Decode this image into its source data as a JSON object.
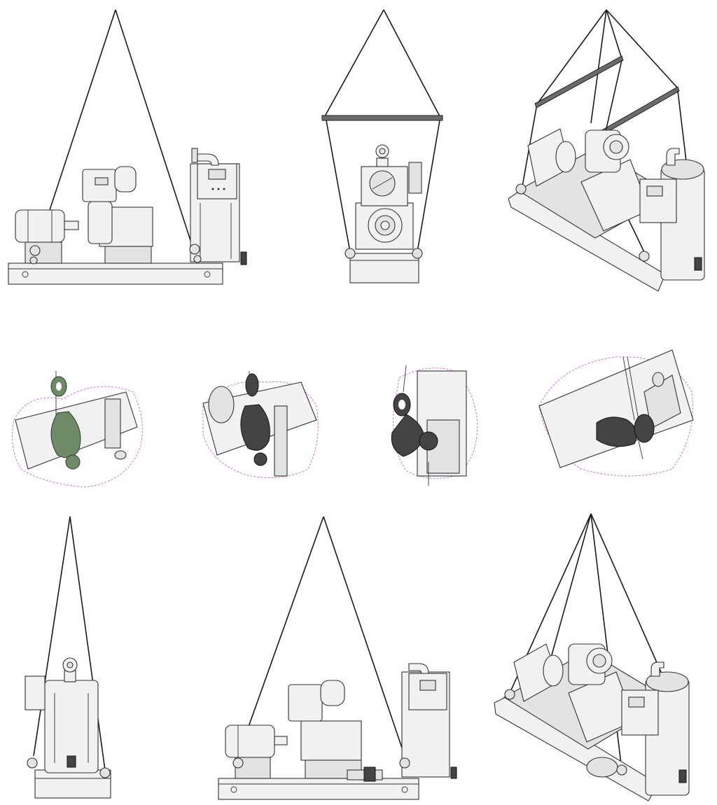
{
  "figure": {
    "rows": [
      {
        "row": "top",
        "panels": [
          "side-view-two-point-lift",
          "end-view-spreader-bar-lift",
          "isometric-view-spreader-bar-lift"
        ]
      },
      {
        "row": "middle",
        "panels": [
          "detail-shackle-green",
          "detail-shackle-dark",
          "detail-shackle-bracket",
          "detail-eyebolt-lug"
        ]
      },
      {
        "row": "bottom",
        "panels": [
          "end-view-two-point-lift",
          "side-view-two-point-lift-alt",
          "isometric-view-four-point-lift"
        ]
      }
    ],
    "colors": {
      "sling": "#1a1a1a",
      "equipment": "#f1f1f1",
      "outline": "#333333",
      "spreader_bar": "#6b6b6b",
      "shackle_green": "#6f8a66",
      "shackle_dark": "#444444",
      "detail_border": "#c87ac8"
    }
  }
}
